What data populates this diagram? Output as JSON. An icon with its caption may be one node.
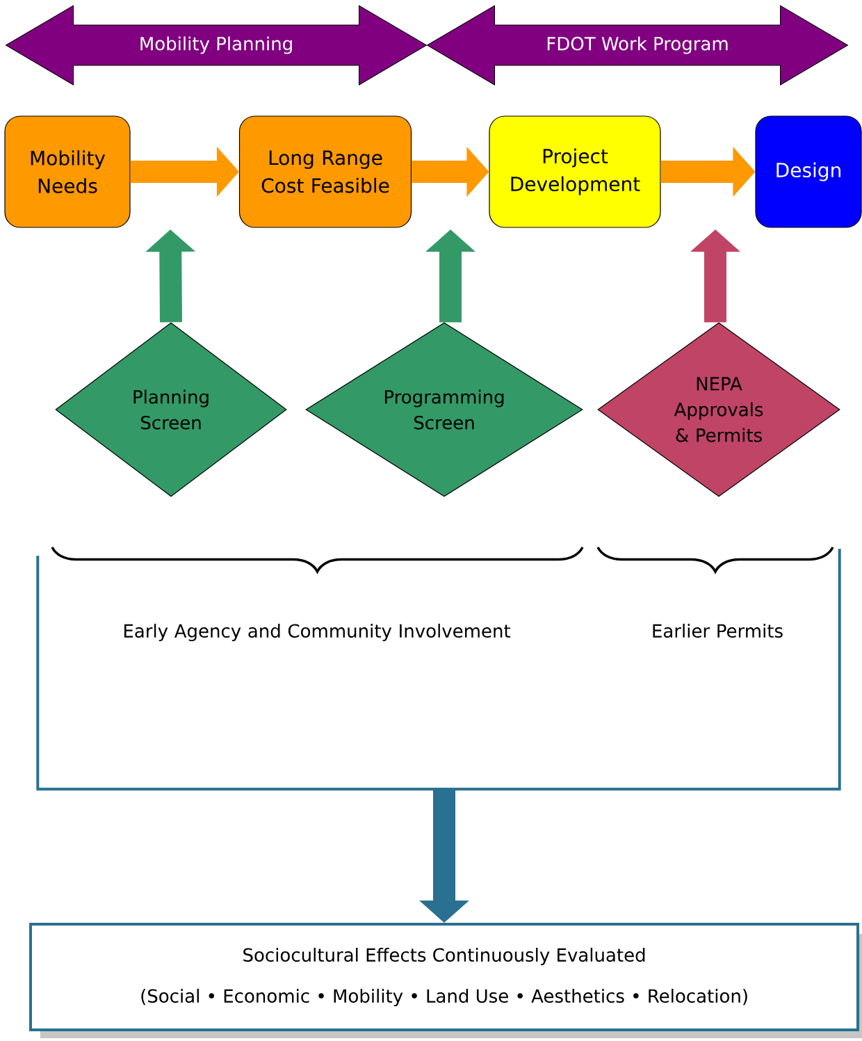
{
  "diagram": {
    "nodes": [
      {
        "text": [
          "Mobility Planning"
        ]
      },
      {
        "text": [
          "FDOT Work Program"
        ]
      },
      {
        "text": [
          "Mobility Needs"
        ]
      },
      {
        "text": [
          "Long Range Cost Feasible"
        ]
      },
      {
        "text": [
          "Project Development"
        ]
      },
      {
        "text": [
          "Design"
        ]
      },
      {
        "text": [
          "Planning Screen"
        ]
      },
      {
        "text": [
          "Programming Screen"
        ]
      },
      {
        "text": [
          "NEPA Approvals & Permits"
        ]
      },
      {
        "text": [
          "Early Agency and Community Involvement",
          "Earlier Permits"
        ]
      },
      {
        "text": [
          "Sociocultural Effects Continuously Evaluated",
          "(Social • Economic • Mobility • Land Use • Aesthetics • Relocation)"
        ]
      }
    ],
    "edges": [
      {
        "from": 2,
        "to": 3,
        "arrow": "to"
      },
      {
        "from": 3,
        "to": 4,
        "arrow": "to"
      },
      {
        "from": 4,
        "to": 5,
        "arrow": "to"
      },
      {
        "from": 6,
        "to": null,
        "arrow": "to",
        "color": "#339966"
      },
      {
        "from": 7,
        "to": null,
        "arrow": "to",
        "color": "#339966"
      },
      {
        "from": 8,
        "to": null,
        "arrow": "to",
        "color": "#c04466"
      },
      {
        "from": 9,
        "to": 10,
        "arrow": "to",
        "color": "#2a7090"
      }
    ]
  }
}
